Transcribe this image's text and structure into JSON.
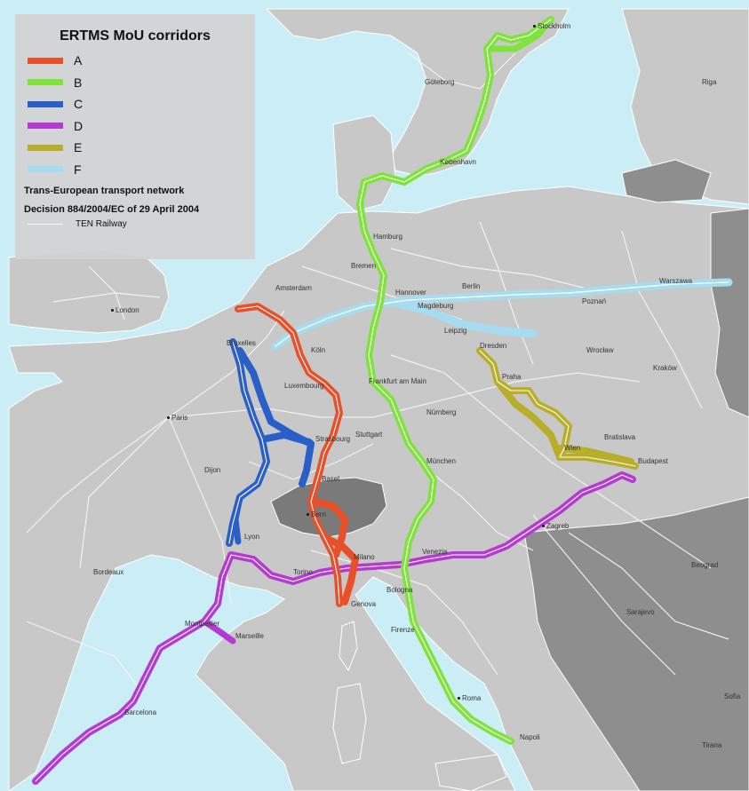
{
  "legend": {
    "title": "ERTMS MoU corridors",
    "items": [
      {
        "label": "A",
        "color": "#e8502a"
      },
      {
        "label": "B",
        "color": "#7ee33a"
      },
      {
        "label": "C",
        "color": "#2a5fc8"
      },
      {
        "label": "D",
        "color": "#b43ad0"
      },
      {
        "label": "E",
        "color": "#b8ae2a"
      },
      {
        "label": "F",
        "color": "#a6dcef"
      }
    ],
    "network_title": "Trans-European transport network",
    "decision": "Decision 884/2004/EC of 29 April 2004",
    "ten_railway": "TEN Railway"
  },
  "colors": {
    "sea": "#cbeef6",
    "land": "#c8c8c8",
    "non_eu_land": "#8e8e8e",
    "switzerland": "#7a7a7a",
    "rail": "#f4f4f4"
  },
  "cities": [
    {
      "name": "London"
    },
    {
      "name": "Amsterdam"
    },
    {
      "name": "Bruxelles"
    },
    {
      "name": "Luxembourg"
    },
    {
      "name": "Paris"
    },
    {
      "name": "Marseille"
    },
    {
      "name": "Barcelona"
    },
    {
      "name": "Bordeaux"
    },
    {
      "name": "Lyon"
    },
    {
      "name": "Bern"
    },
    {
      "name": "Milano"
    },
    {
      "name": "Torino"
    },
    {
      "name": "Genova"
    },
    {
      "name": "Venezia"
    },
    {
      "name": "Roma"
    },
    {
      "name": "Napoli"
    },
    {
      "name": "København"
    },
    {
      "name": "Hamburg"
    },
    {
      "name": "Berlin"
    },
    {
      "name": "Warszawa"
    },
    {
      "name": "Praha"
    },
    {
      "name": "Wien"
    },
    {
      "name": "Budapest"
    },
    {
      "name": "Zagreb"
    },
    {
      "name": "Beograd"
    },
    {
      "name": "Sarajevo"
    },
    {
      "name": "Frankfurt am Main"
    },
    {
      "name": "Stuttgart"
    },
    {
      "name": "München"
    },
    {
      "name": "Dresden"
    },
    {
      "name": "Leipzig"
    },
    {
      "name": "Hannover"
    },
    {
      "name": "Bremen"
    },
    {
      "name": "Köln"
    },
    {
      "name": "Stockholm"
    },
    {
      "name": "Göteborg"
    },
    {
      "name": "Riga"
    },
    {
      "name": "Poznań"
    },
    {
      "name": "Kraków"
    },
    {
      "name": "Bratislava"
    },
    {
      "name": "Bologna"
    },
    {
      "name": "Firenze"
    },
    {
      "name": "Strasbourg"
    },
    {
      "name": "Basel"
    },
    {
      "name": "Dijon"
    },
    {
      "name": "Montpellier"
    },
    {
      "name": "Nürnberg"
    },
    {
      "name": "Magdeburg"
    },
    {
      "name": "Wrocław"
    },
    {
      "name": "Sofia"
    },
    {
      "name": "Tirana"
    }
  ]
}
